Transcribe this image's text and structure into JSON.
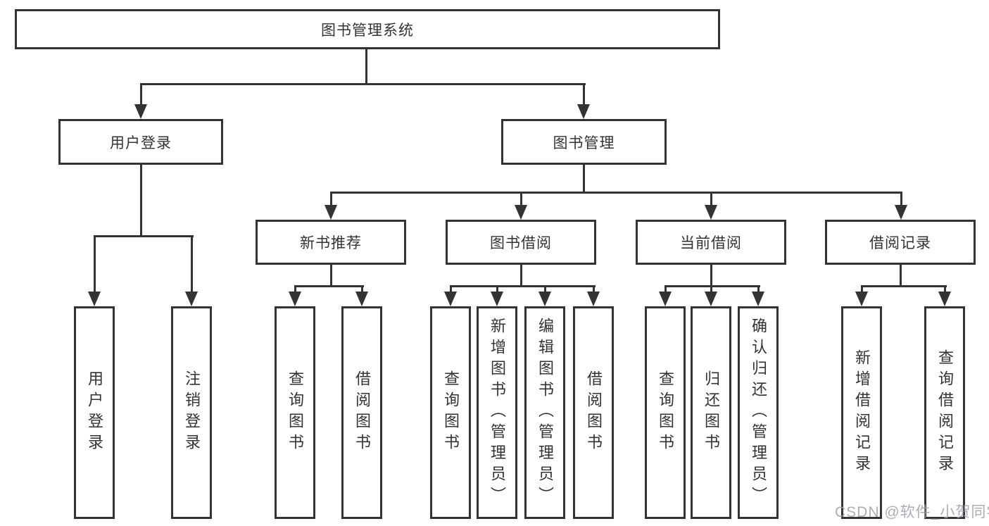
{
  "diagram": {
    "root": "图书管理系统",
    "level2": {
      "user_login": "用户登录",
      "book_mgmt": "图书管理"
    },
    "level3": {
      "new_books": "新书推荐",
      "book_borrow": "图书借阅",
      "current_borrow": "当前借阅",
      "borrow_records": "借阅记录"
    },
    "leaves": {
      "user_login": [
        "用户登录",
        "注销登录"
      ],
      "new_books": [
        "查询图书",
        "借阅图书"
      ],
      "book_borrow": [
        "查询图书",
        "新增图书（管理员）",
        "编辑图书（管理员）",
        "借阅图书"
      ],
      "current_borrow": [
        "查询图书",
        "归还图书",
        "确认归还（管理员）"
      ],
      "borrow_records": [
        "新增借阅记录",
        "查询借阅记录"
      ]
    },
    "colors": {
      "line": "#333333",
      "text": "#333333",
      "background": "#ffffff",
      "watermark": "#9ba1a9"
    }
  },
  "watermark": "CSDN @软件_小贺同学"
}
